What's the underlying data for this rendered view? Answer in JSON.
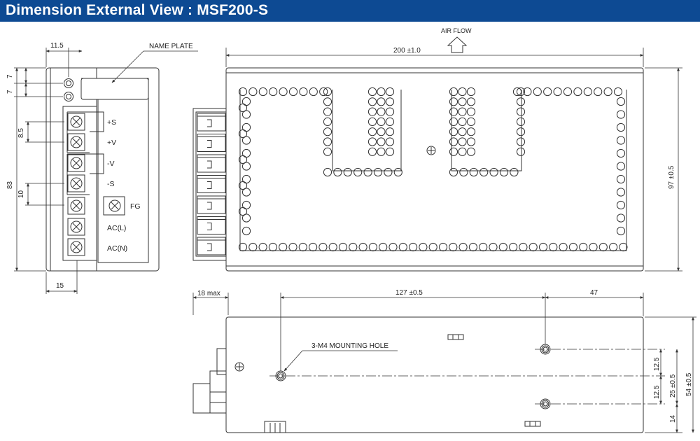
{
  "header": {
    "title": "Dimension External View : MSF200-S",
    "bg_color": "#0d4a93",
    "text_color": "#ffffff"
  },
  "side_view": {
    "dim_top": "11.5",
    "dim_7a": "7",
    "dim_7b": "7",
    "dim_8_5": "8.5",
    "dim_83": "83",
    "dim_10": "10",
    "dim_15": "15",
    "name_plate": "NAME PLATE",
    "terminals": [
      "+S",
      "+V",
      "-V",
      "-S",
      "FG",
      "AC(L)",
      "AC(N)"
    ]
  },
  "top_view": {
    "air_flow": "AIR FLOW",
    "dim_length": "200 ±1.0",
    "dim_height": "97 ±0.5"
  },
  "bottom_view": {
    "dim_18max": "18 max",
    "dim_127": "127 ±0.5",
    "dim_47": "47",
    "mounting_hole": "3-M4 MOUNTING HOLE",
    "dim_12_5a": "12.5",
    "dim_12_5b": "12.5",
    "dim_25": "25 ±0.5",
    "dim_54": "54 ±0.5",
    "dim_14": "14"
  }
}
